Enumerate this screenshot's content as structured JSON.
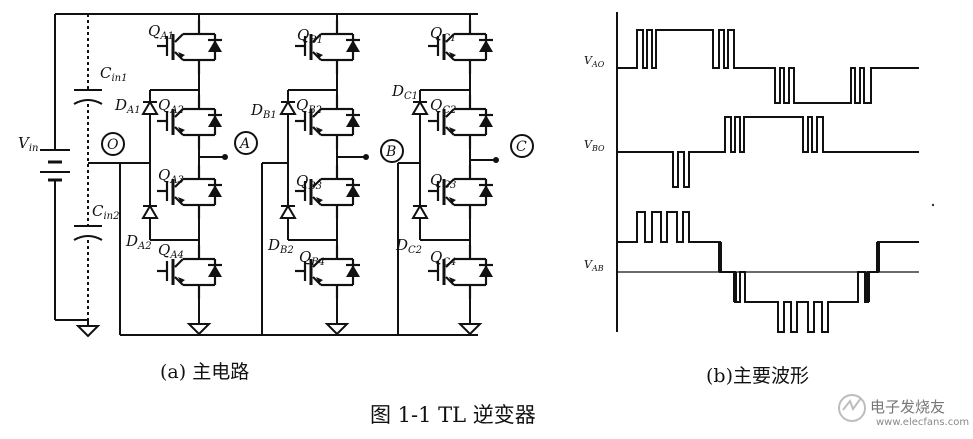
{
  "circuit": {
    "caption": "(a) 主电路",
    "source_label": "V",
    "source_sub": "in",
    "cap_top": "C",
    "cap_top_sub": "in1",
    "cap_bot": "C",
    "cap_bot_sub": "in2",
    "neutral": "O",
    "legs": [
      {
        "node": "A",
        "q1": "Q",
        "q1s": "A1",
        "q2": "Q",
        "q2s": "A2",
        "q3": "Q",
        "q3s": "A3",
        "q4": "Q",
        "q4s": "A4",
        "d1": "D",
        "d1s": "A1",
        "d2": "D",
        "d2s": "A2"
      },
      {
        "node": "B",
        "q1": "Q",
        "q1s": "B1",
        "q2": "Q",
        "q2s": "B2",
        "q3": "Q",
        "q3s": "B3",
        "q4": "Q",
        "q4s": "B4",
        "d1": "D",
        "d1s": "B1",
        "d2": "D",
        "d2s": "B2"
      },
      {
        "node": "C",
        "q1": "Q",
        "q1s": "C1",
        "q2": "Q",
        "q2s": "C2",
        "q3": "Q",
        "q3s": "C3",
        "q4": "Q",
        "q4s": "C4",
        "d1": "D",
        "d1s": "C1",
        "d2": "D",
        "d2s": "C2"
      }
    ]
  },
  "waveforms": {
    "caption": "(b)主要波形",
    "traces": [
      {
        "label": "V",
        "sub": "AO"
      },
      {
        "label": "V",
        "sub": "BO"
      },
      {
        "label": "V",
        "sub": "AB"
      }
    ]
  },
  "figure_caption": "图 1-1 TL 逆变器",
  "watermark": {
    "text": "电子发烧友",
    "url": "www.elecfans.com"
  }
}
